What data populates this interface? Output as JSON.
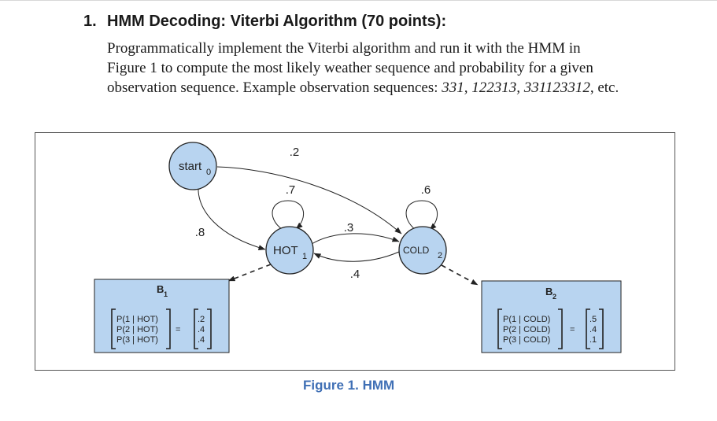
{
  "question": {
    "number": "1.",
    "title": "HMM Decoding: Viterbi Algorithm (70 points):",
    "line1": "Programmatically implement the Viterbi algorithm and run it with the HMM in",
    "line2": "Figure 1  to compute the most likely weather sequence and probability for a given",
    "line3_prefix": "observation sequence. Example observation sequences: ",
    "line3_examples": "331, 122313, 331123312",
    "line3_suffix": ", etc."
  },
  "diagram": {
    "colors": {
      "node_fill": "#b8d4f0",
      "stroke": "#222222",
      "box_fill": "#b8d4f0"
    },
    "nodes": {
      "start": {
        "label": "start",
        "sub": "0"
      },
      "hot": {
        "label": "HOT",
        "sub": "1"
      },
      "cold": {
        "label": "COLD",
        "sub": "2"
      }
    },
    "edges": {
      "start_to_cold": ".2",
      "hot_self": ".7",
      "cold_self": ".6",
      "start_to_hot": ".8",
      "hot_to_cold": ".3",
      "cold_to_hot": ".4"
    },
    "b1": {
      "title": "B",
      "title_sub": "1",
      "rows": [
        "P(1 | HOT)",
        "P(2 | HOT)",
        "P(3 | HOT)"
      ],
      "equals": "=",
      "values": [
        ".2",
        ".4",
        ".4"
      ]
    },
    "b2": {
      "title": "B",
      "title_sub": "2",
      "rows": [
        "P(1 | COLD)",
        "P(2 | COLD)",
        "P(3 | COLD)"
      ],
      "equals": "=",
      "values": [
        ".5",
        ".4",
        ".1"
      ]
    }
  },
  "caption": "Figure 1. HMM"
}
